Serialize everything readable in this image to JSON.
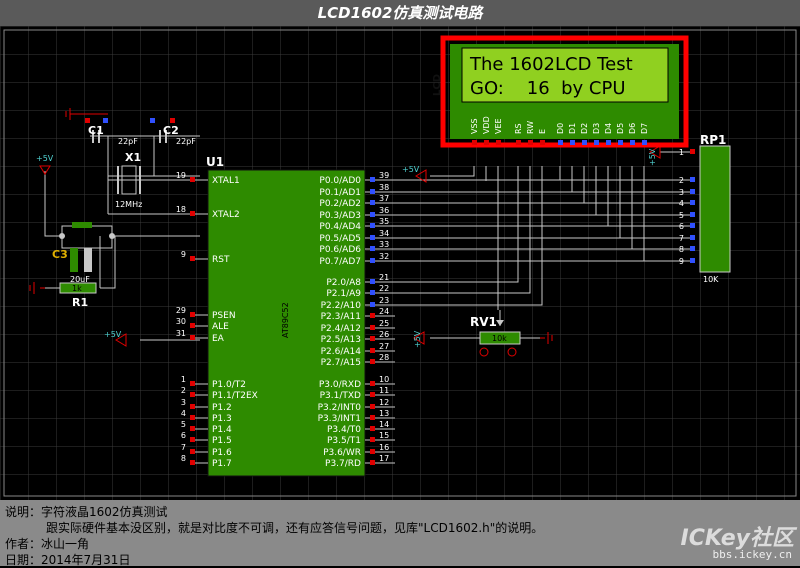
{
  "title": "LCD1602仿真测试电路",
  "lcd": {
    "line1": "The 1602LCD Test",
    "line2": "GO:    16  by CPU",
    "pins": [
      "VSS",
      "VDD",
      "VEE",
      "RS",
      "RW",
      "E",
      "D0",
      "D1",
      "D2",
      "D3",
      "D4",
      "D5",
      "D6",
      "D7"
    ]
  },
  "labels": {
    "c1": "C1",
    "c2": "C2",
    "c1_val": "22pF",
    "c2_val": "22pF",
    "x1": "X1",
    "x1_val": "12MHz",
    "c3": "C3",
    "c3_val": "20uF",
    "r1": "R1",
    "r1_val": "1k",
    "u1": "U1",
    "u1_part": "AT89C52",
    "rp1": "RP1",
    "rp1_val": "10K",
    "rv1": "RV1",
    "rv1_val": "10k",
    "vcc": "+5V",
    "lcd_ref": "LCD"
  },
  "u1_left_pins": [
    {
      "num": "19",
      "name": "XTAL1"
    },
    {
      "num": "18",
      "name": "XTAL2"
    },
    {
      "num": "9",
      "name": "RST"
    },
    {
      "num": "29",
      "name": "PSEN"
    },
    {
      "num": "30",
      "name": "ALE"
    },
    {
      "num": "31",
      "name": "EA"
    },
    {
      "num": "1",
      "name": "P1.0/T2"
    },
    {
      "num": "2",
      "name": "P1.1/T2EX"
    },
    {
      "num": "3",
      "name": "P1.2"
    },
    {
      "num": "4",
      "name": "P1.3"
    },
    {
      "num": "5",
      "name": "P1.4"
    },
    {
      "num": "6",
      "name": "P1.5"
    },
    {
      "num": "7",
      "name": "P1.6"
    },
    {
      "num": "8",
      "name": "P1.7"
    }
  ],
  "u1_right_pins": [
    {
      "num": "39",
      "name": "P0.0/AD0"
    },
    {
      "num": "38",
      "name": "P0.1/AD1"
    },
    {
      "num": "37",
      "name": "P0.2/AD2"
    },
    {
      "num": "36",
      "name": "P0.3/AD3"
    },
    {
      "num": "35",
      "name": "P0.4/AD4"
    },
    {
      "num": "34",
      "name": "P0.5/AD5"
    },
    {
      "num": "33",
      "name": "P0.6/AD6"
    },
    {
      "num": "32",
      "name": "P0.7/AD7"
    },
    {
      "num": "21",
      "name": "P2.0/A8"
    },
    {
      "num": "22",
      "name": "P2.1/A9"
    },
    {
      "num": "23",
      "name": "P2.2/A10"
    },
    {
      "num": "24",
      "name": "P2.3/A11"
    },
    {
      "num": "25",
      "name": "P2.4/A12"
    },
    {
      "num": "26",
      "name": "P2.5/A13"
    },
    {
      "num": "27",
      "name": "P2.6/A14"
    },
    {
      "num": "28",
      "name": "P2.7/A15"
    },
    {
      "num": "10",
      "name": "P3.0/RXD"
    },
    {
      "num": "11",
      "name": "P3.1/TXD"
    },
    {
      "num": "12",
      "name": "P3.2/INT0"
    },
    {
      "num": "13",
      "name": "P3.3/INT1"
    },
    {
      "num": "14",
      "name": "P3.4/T0"
    },
    {
      "num": "15",
      "name": "P3.5/T1"
    },
    {
      "num": "16",
      "name": "P3.6/WR"
    },
    {
      "num": "17",
      "name": "P3.7/RD"
    }
  ],
  "rp1_pins": [
    "1",
    "2",
    "3",
    "4",
    "5",
    "6",
    "7",
    "8",
    "9"
  ],
  "info": {
    "desc": "说明：字符液晶1602仿真测试",
    "desc2": "跟实际硬件基本没区别，就是对比度不可调，还有应答信号问题，见库\"LCD1602.h\"的说明。",
    "author": "作者：冰山一角",
    "date": "日期：2014年7月31日"
  },
  "watermark": "ICKey社区",
  "watermark_sub": "bbs.ickey.cn",
  "colors": {
    "component": "#2e8b00",
    "wire": "#c8c8c8",
    "pin_label": "#ffffff",
    "ref_label": "#ffffff",
    "red": "#e00000",
    "lcd_bg": "#90d020",
    "lcd_highlight": "#ff0000"
  }
}
